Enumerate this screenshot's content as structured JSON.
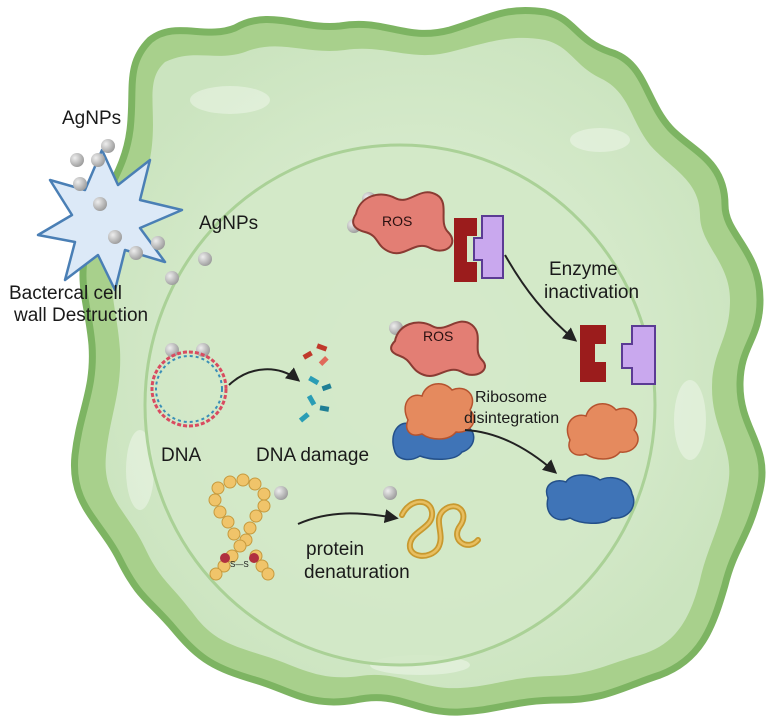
{
  "labels": {
    "agnps_top": "AgNPs",
    "agnps_mid": "AgNPs",
    "cell_wall_line1": "Bactercal cell",
    "cell_wall_line2": "wall Destruction",
    "ros_1": "ROS",
    "ros_2": "ROS",
    "enzyme_line1": "Enzyme",
    "enzyme_line2": "inactivation",
    "ribosome_line1": "Ribosome",
    "ribosome_line2": "disintegration",
    "dna": "DNA",
    "dna_damage": "DNA damage",
    "protein_line1": "protein",
    "protein_line2": "denaturation",
    "disulfide": "S—S"
  },
  "colors": {
    "cell_wall": "#8cbf74",
    "cytoplasm": "#d9ecd1",
    "inner_region": "#cfe6c4",
    "nanoparticle": "#b4b4b4",
    "ros": "#e07a72",
    "enzyme_dark": "#9b1c1c",
    "enzyme_light": "#c9a8ee",
    "ribosome_orange": "#e58a5e",
    "ribosome_blue": "#3f74b7",
    "protein_gold": "#d9a94a",
    "dna_fragment_red": "#c0392b",
    "dna_fragment_teal": "#2a9db5"
  }
}
